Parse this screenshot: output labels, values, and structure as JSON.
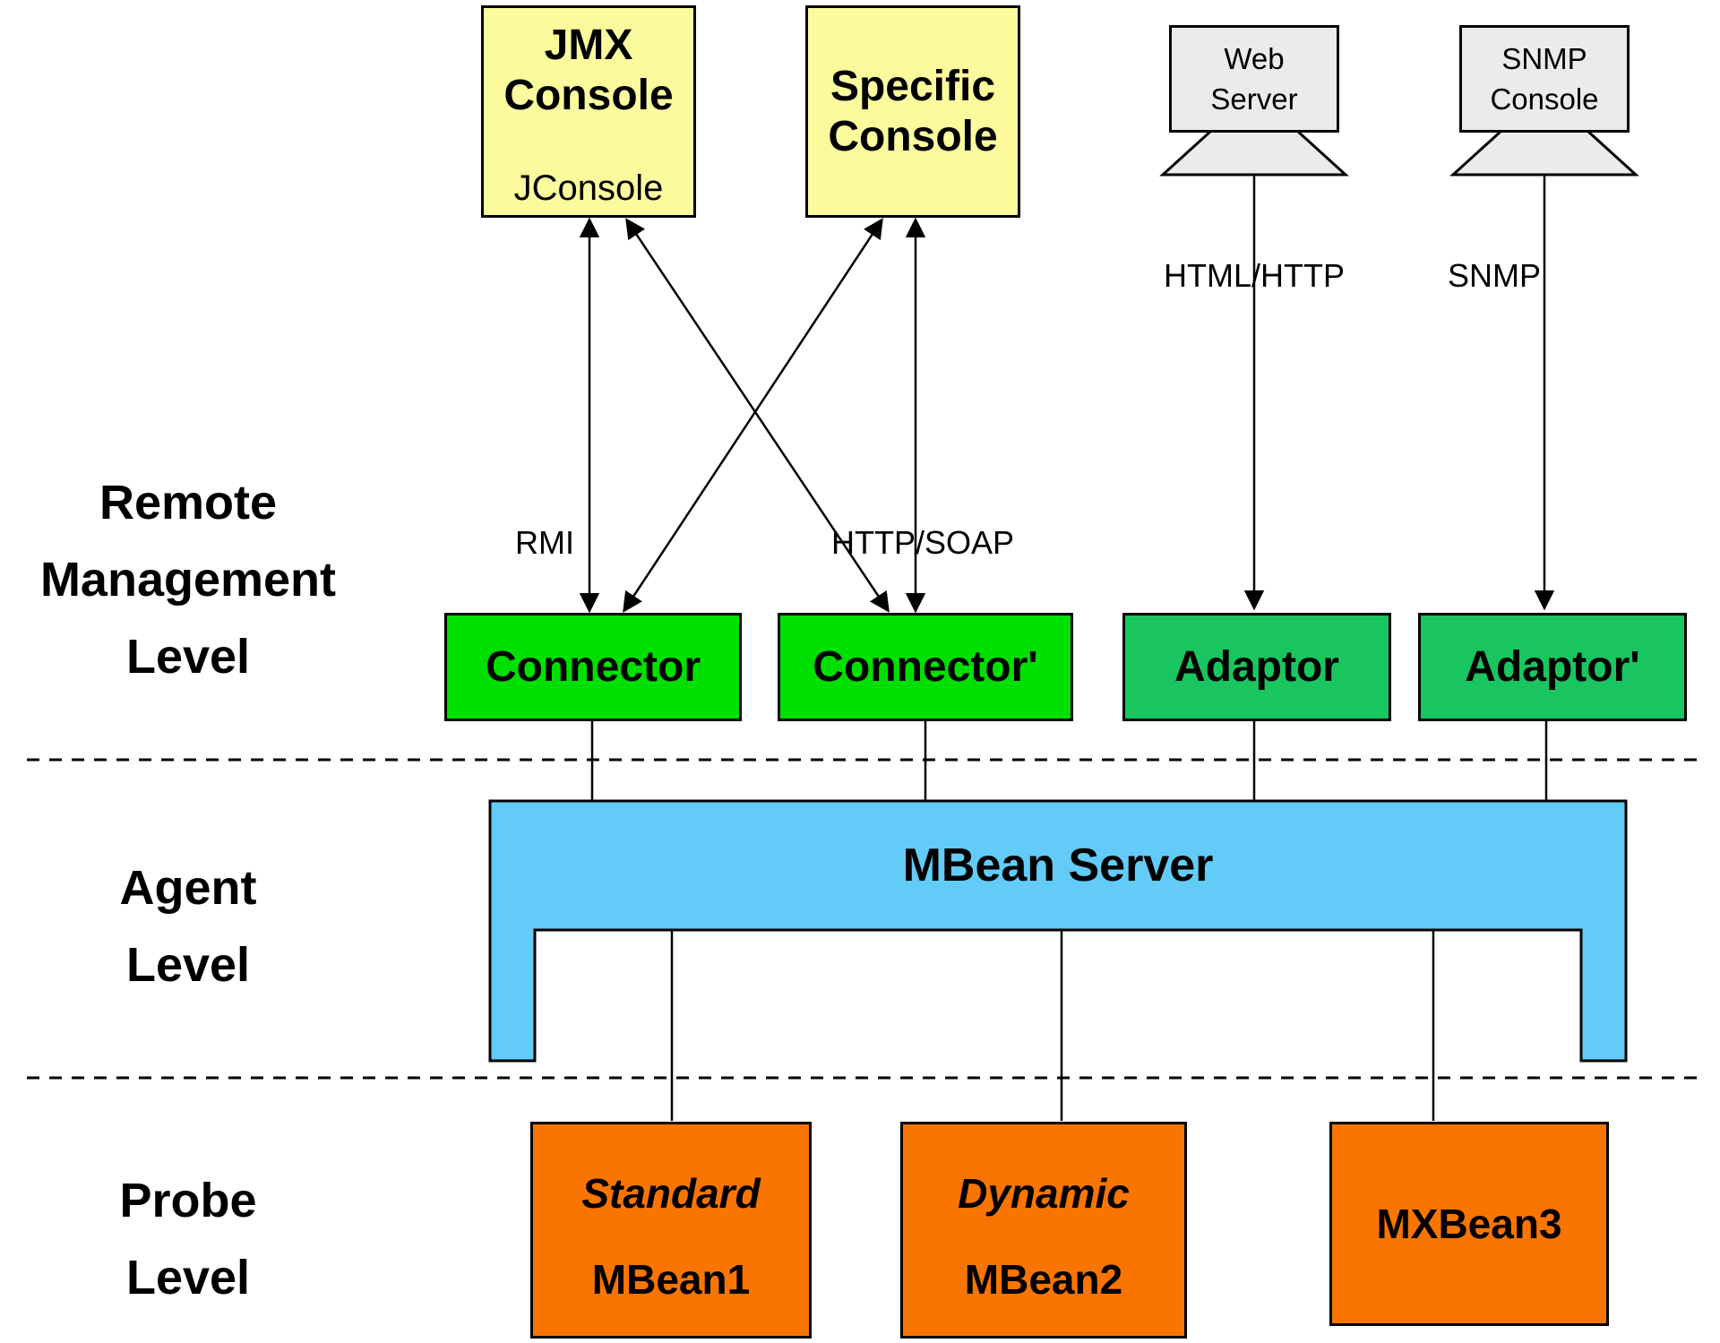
{
  "colors": {
    "box_yellow": "#FBFB9E",
    "box_green": "#00E000",
    "box_sea_green": "#19C55F",
    "box_blue": "#63CBF7",
    "box_orange": "#F97500",
    "monitor_gray": "#EBEBEB",
    "line_black": "#000000",
    "background": "#FFFFFF"
  },
  "levels": {
    "remote": {
      "lines": [
        "Remote",
        "Management",
        "Level"
      ]
    },
    "agent": {
      "lines": [
        "Agent",
        "Level"
      ]
    },
    "probe": {
      "lines": [
        "Probe",
        "Level"
      ]
    }
  },
  "top_nodes": {
    "jmx_console": {
      "line1": "JMX",
      "line2": "Console",
      "subtitle": "JConsole"
    },
    "specific_console": {
      "line1": "Specific",
      "line2": "Console"
    },
    "web_server": {
      "line1": "Web",
      "line2": "Server"
    },
    "snmp_console": {
      "line1": "SNMP",
      "line2": "Console"
    }
  },
  "protocols": {
    "rmi": "RMI",
    "http_soap": "HTTP/SOAP",
    "html_http": "HTML/HTTP",
    "snmp": "SNMP"
  },
  "connectors": {
    "connector": "Connector",
    "connector_prime": "Connector'",
    "adaptor": "Adaptor",
    "adaptor_prime": "Adaptor'"
  },
  "agent_level": {
    "mbean_server": "MBean Server"
  },
  "probes": {
    "mbean1": {
      "qualifier": "Standard",
      "name": "MBean1"
    },
    "mbean2": {
      "qualifier": "Dynamic",
      "name": "MBean2"
    },
    "mxbean3": {
      "name": "MXBean3"
    }
  }
}
